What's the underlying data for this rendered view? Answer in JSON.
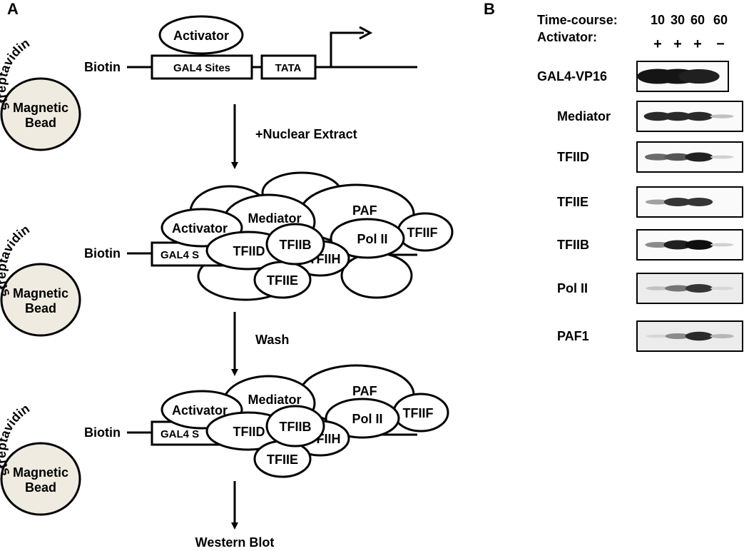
{
  "panel_a": {
    "label": "A",
    "bead_text_line1": "Magnetic",
    "bead_text_line2": "Bead",
    "streptavidin": "streptavidin",
    "biotin": "Biotin",
    "activator": "Activator",
    "gal4_sites": "GAL4 Sites",
    "gal4_truncated": "GAL4 S",
    "tata": "TATA",
    "nuclear_extract": "+Nuclear Extract",
    "wash": "Wash",
    "western_blot": "Western Blot",
    "mediator": "Mediator",
    "paf": "PAF",
    "tfiid": "TFIID",
    "tfiib": "TFIIB",
    "pol2": "Pol II",
    "tfiif": "TFIIF",
    "tfiih": "TFIIH",
    "tfiie": "TFIIE"
  },
  "panel_b": {
    "label": "B",
    "timecourse_label": "Time-course:",
    "activator_label": "Activator:",
    "lanes": [
      {
        "time": "10",
        "activator": "+"
      },
      {
        "time": "30",
        "activator": "+"
      },
      {
        "time": "60",
        "activator": "+"
      },
      {
        "time": "60",
        "activator": "−"
      }
    ],
    "blots": [
      {
        "name": "GAL4-VP16",
        "intensity": [
          0.95,
          0.95,
          0.9,
          0.0
        ]
      },
      {
        "name": "Mediator",
        "intensity": [
          0.85,
          0.85,
          0.85,
          0.15
        ]
      },
      {
        "name": "TFIID",
        "intensity": [
          0.55,
          0.65,
          0.9,
          0.08
        ]
      },
      {
        "name": "TFIIE",
        "intensity": [
          0.3,
          0.8,
          0.8,
          0.0
        ]
      },
      {
        "name": "TFIIB",
        "intensity": [
          0.4,
          0.9,
          0.98,
          0.08
        ]
      },
      {
        "name": "Pol II",
        "intensity": [
          0.15,
          0.5,
          0.8,
          0.05
        ]
      },
      {
        "name": "PAF1",
        "intensity": [
          0.05,
          0.4,
          0.85,
          0.2
        ]
      }
    ]
  }
}
